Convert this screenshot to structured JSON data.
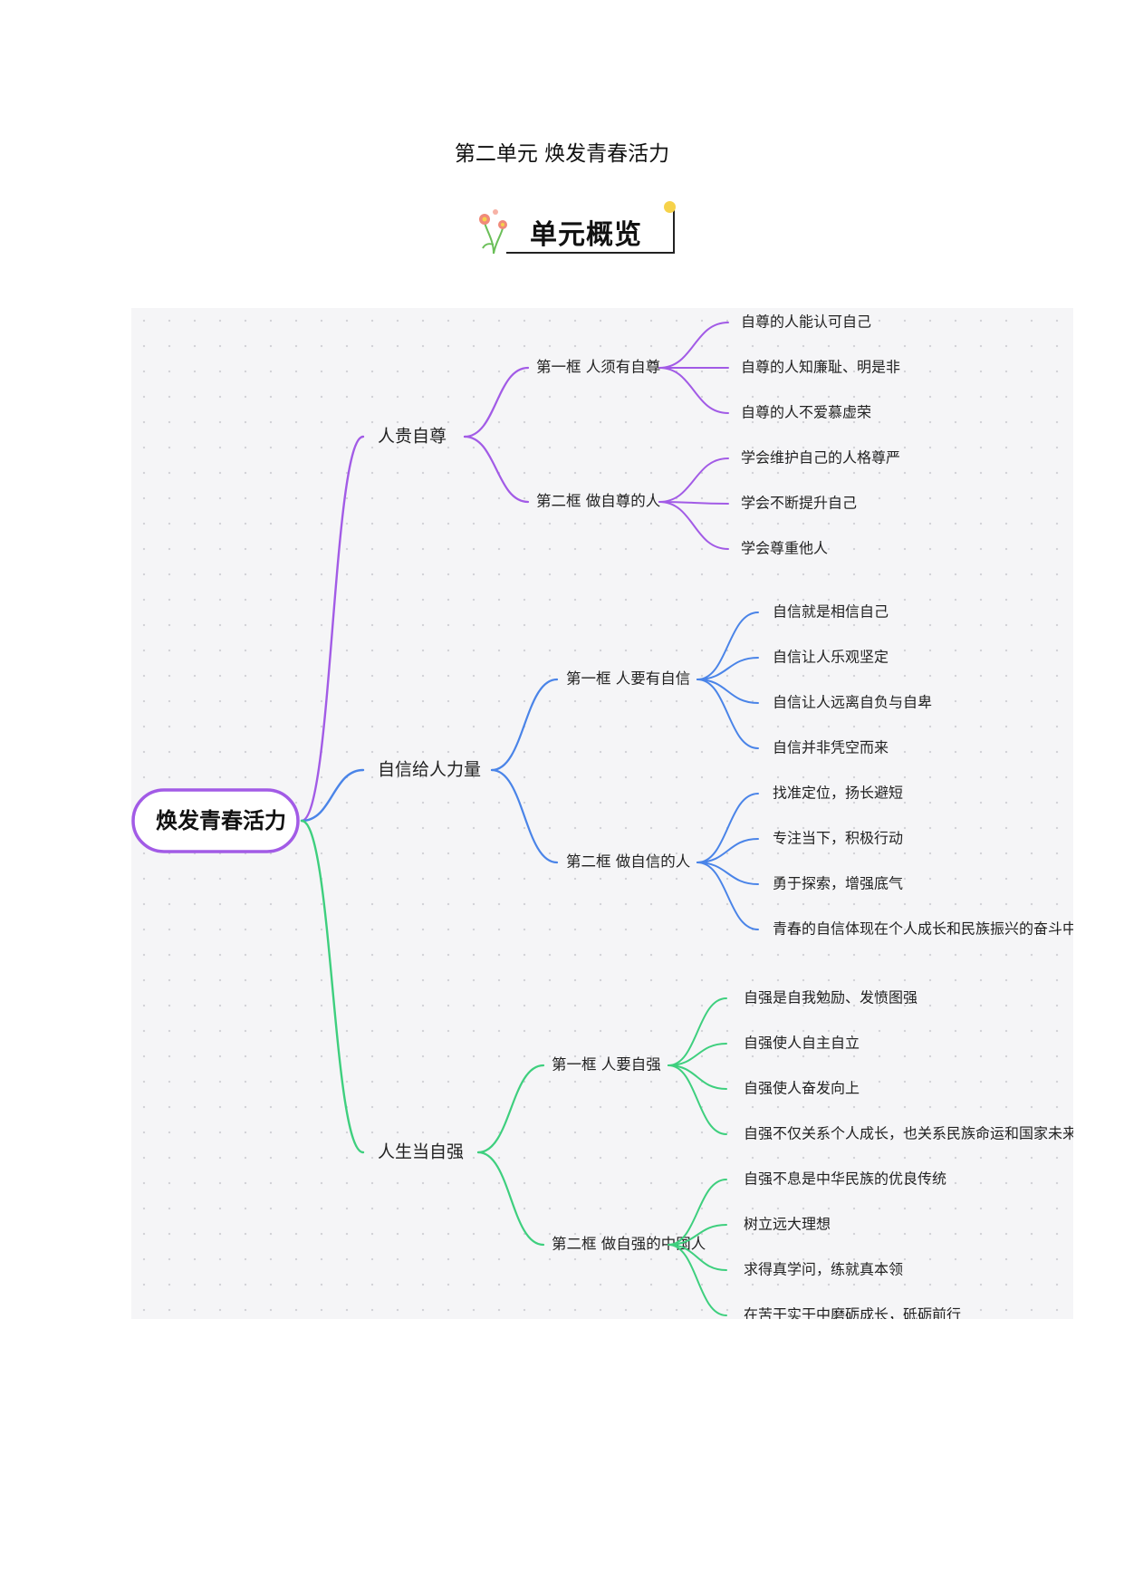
{
  "page_title": "第二单元  焕发青春活力",
  "banner": {
    "label": "单元概览",
    "icon": "flower-icon"
  },
  "colors": {
    "purple": "#a25be6",
    "blue": "#4a84e8",
    "green": "#3ecf7e"
  },
  "mindmap": {
    "root": "焕发青春活力",
    "branches": [
      {
        "label": "人贵自尊",
        "color": "purple",
        "children": [
          {
            "label": "第一框 人须有自尊",
            "children": [
              "自尊的人能认可自己",
              "自尊的人知廉耻、明是非",
              "自尊的人不爱慕虚荣"
            ]
          },
          {
            "label": "第二框 做自尊的人",
            "children": [
              "学会维护自己的人格尊严",
              "学会不断提升自己",
              "学会尊重他人"
            ]
          }
        ]
      },
      {
        "label": "自信给人力量",
        "color": "blue",
        "children": [
          {
            "label": "第一框 人要有自信",
            "children": [
              "自信就是相信自己",
              "自信让人乐观坚定",
              "自信让人远离自负与自卑",
              "自信并非凭空而来"
            ]
          },
          {
            "label": "第二框 做自信的人",
            "children": [
              "找准定位，扬长避短",
              "专注当下，积极行动",
              "勇于探索，增强底气",
              "青春的自信体现在个人成长和民族振兴的奋斗中"
            ]
          }
        ]
      },
      {
        "label": "人生当自强",
        "color": "green",
        "children": [
          {
            "label": "第一框 人要自强",
            "children": [
              "自强是自我勉励、发愤图强",
              "自强使人自主自立",
              "自强使人奋发向上",
              "自强不仅关系个人成长，也关系民族命运和国家未来"
            ]
          },
          {
            "label": "第二框 做自强的中国人",
            "children": [
              "自强不息是中华民族的优良传统",
              "树立远大理想",
              "求得真学问，练就真本领",
              "在苦干实干中磨砺成长，砥砺前行"
            ]
          }
        ]
      }
    ]
  }
}
